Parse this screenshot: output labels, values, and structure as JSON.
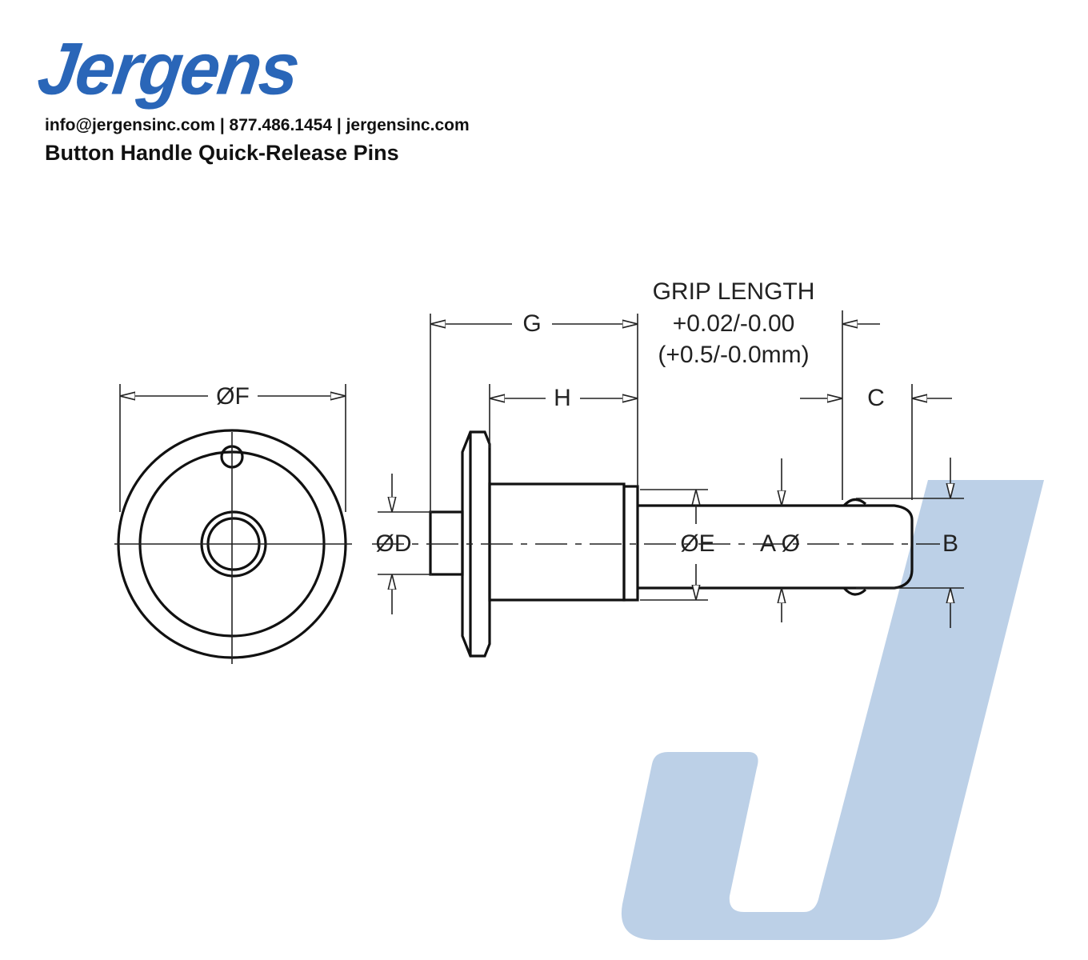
{
  "header": {
    "logo_text": "Jergens",
    "contact": "info@jergensinc.com | 877.486.1454 | jergensinc.com",
    "title": "Button Handle Quick-Release Pins"
  },
  "diagram": {
    "labels": {
      "f": "ØF",
      "g": "G",
      "h": "H",
      "grip_1": "GRIP LENGTH",
      "grip_2": "+0.02/-0.00",
      "grip_3": "(+0.5/-0.0mm)",
      "c": "C",
      "d": "ØD",
      "e": "ØE",
      "a": "A Ø",
      "b": "B"
    },
    "colors": {
      "brand": "#2a66b8",
      "watermark": "#bcd0e7"
    }
  }
}
